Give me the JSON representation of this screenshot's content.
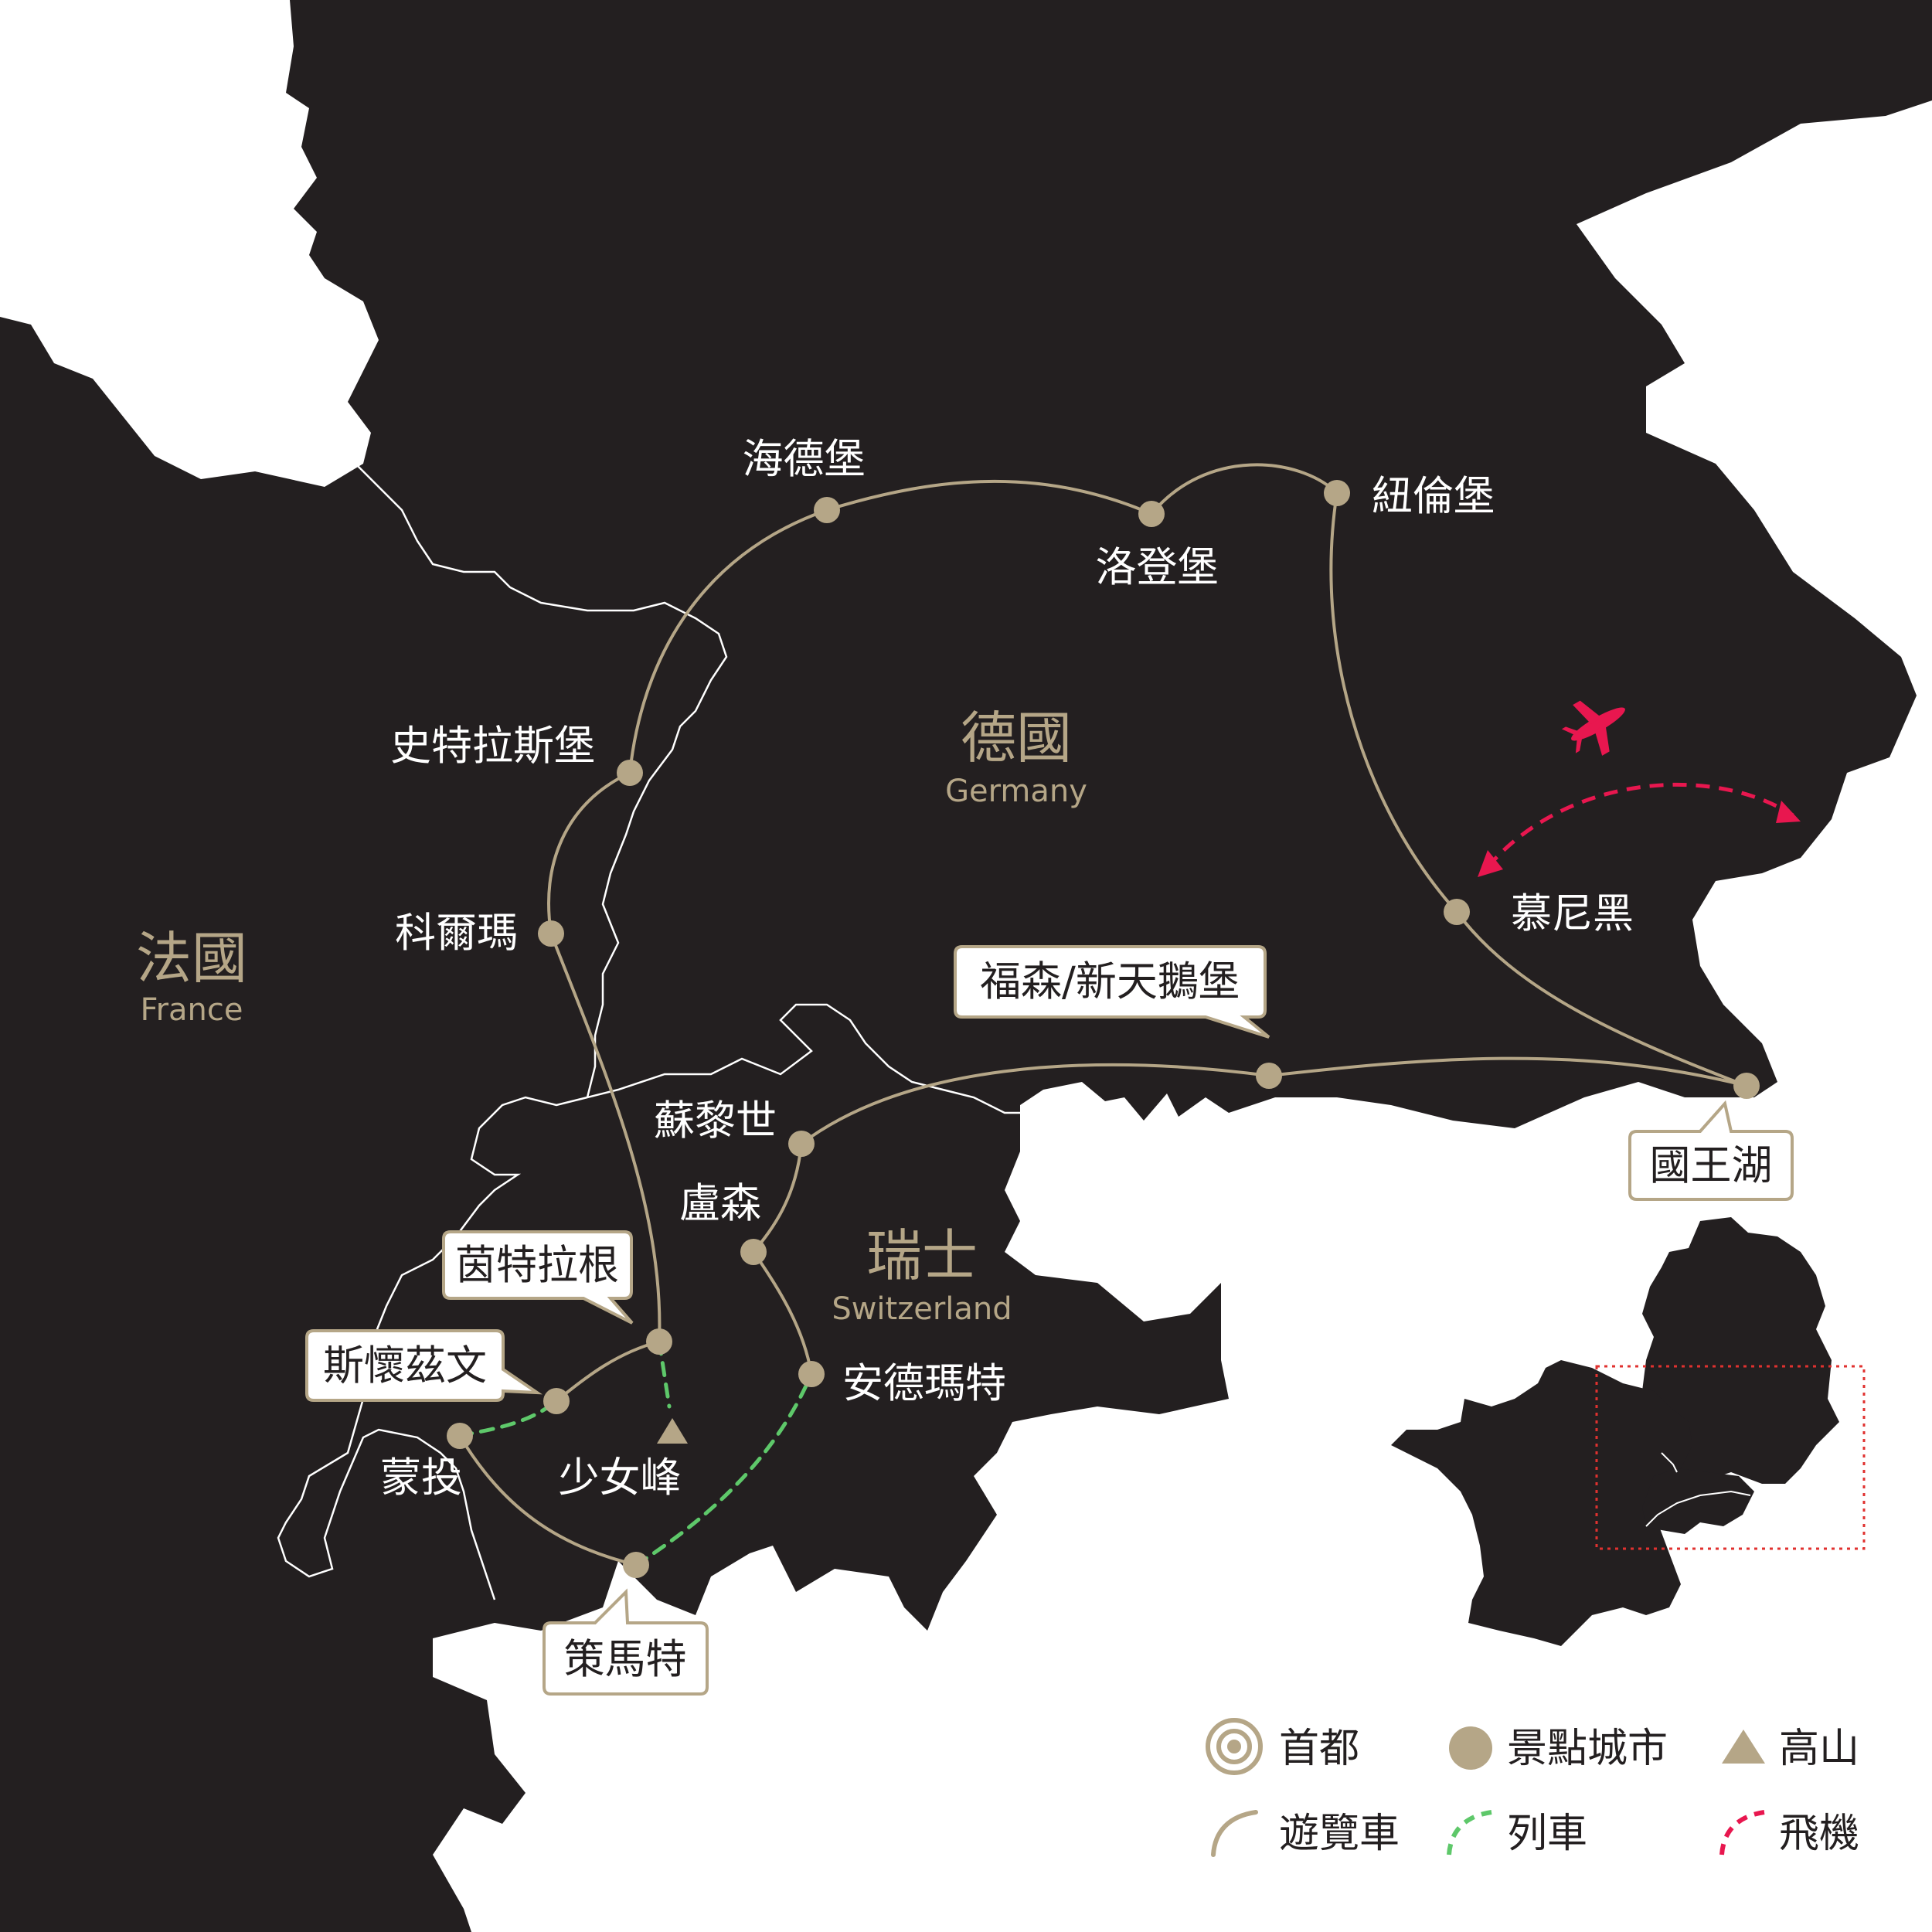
{
  "colors": {
    "land": "#231f20",
    "sea": "#ffffff",
    "accent": "#b5a687",
    "train": "#5ec86a",
    "flight": "#e8174f",
    "border": "#ffffff",
    "inset_frame": "#e0312f"
  },
  "countries": {
    "germany": {
      "zh": "德國",
      "en": "Germany"
    },
    "france": {
      "zh": "法國",
      "en": "France"
    },
    "switzerland": {
      "zh": "瑞士",
      "en": "Switzerland"
    }
  },
  "cities": {
    "heidelberg": "海德堡",
    "rothenburg": "洛登堡",
    "nuremberg": "紐倫堡",
    "strasbourg": "史特拉斯堡",
    "colmar": "科爾瑪",
    "munich": "慕尼黑",
    "zurich": "蘇黎世",
    "lucerne": "盧森",
    "andermatt": "安德瑪特",
    "montreux": "蒙投",
    "jungfrau": "少女峰",
    "fussen": "福森/新天鵝堡",
    "koenigssee": "國王湖",
    "interlaken": "茵特拉根",
    "schwyz": "斯懷茲文",
    "zermatt": "策馬特"
  },
  "legend": {
    "capital": "首都",
    "scenic_city": "景點城市",
    "mountain": "高山",
    "coach": "遊覽車",
    "train": "列車",
    "plane": "飛機"
  },
  "icons": {
    "plane": "airplane-icon",
    "mountain": "mountain-triangle-icon",
    "city": "city-dot-icon",
    "capital": "capital-ring-icon"
  }
}
